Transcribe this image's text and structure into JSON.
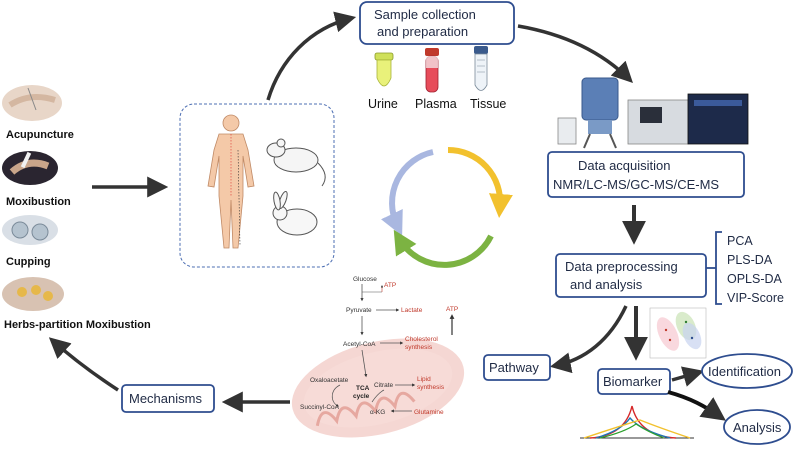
{
  "therapies": {
    "acupuncture": "Acupuncture",
    "moxibustion": "Moxibustion",
    "cupping": "Cupping",
    "herbs_partition": "Herbs-partition Moxibustion"
  },
  "steps": {
    "sample_line1": "Sample collection",
    "sample_line2": "and preparation",
    "acquisition_line1": "Data acquisition",
    "acquisition_line2": "NMR/LC-MS/GC-MS/CE-MS",
    "preprocessing_line1": "Data preprocessing",
    "preprocessing_line2": "and analysis",
    "biomarker": "Biomarker",
    "pathway": "Pathway",
    "identification": "Identification",
    "analysis": "Analysis",
    "mechanisms": "Mechanisms"
  },
  "samples": [
    "Urine",
    "Plasma",
    "Tissue"
  ],
  "methods": [
    "PCA",
    "PLS-DA",
    "OPLS-DA",
    "VIP-Score"
  ],
  "tca": {
    "glucose": "Glucose",
    "atp1": "ATP",
    "pyruvate": "Pyruvate",
    "lactate": "Lactate",
    "acetyl": "Acetyl-CoA",
    "cholesterol1": "Cholesterol",
    "cholesterol2": "synthesis",
    "atp2": "ATP",
    "oxaloacetate": "Oxaloacetate",
    "tca1": "TCA",
    "tca2": "cycle",
    "citrate": "Citrate",
    "lipid1": "Lipid",
    "lipid2": "synthesis",
    "succinyl": "Succinyl-CoA",
    "akg": "α-KG",
    "glutamine": "Glutamine"
  },
  "colors": {
    "box_border": "#2e4d8f",
    "arrow": "#3a3a3a",
    "cycle_blue": "#a9b7e0",
    "cycle_yellow": "#f2c12e",
    "cycle_green": "#7cb342"
  }
}
